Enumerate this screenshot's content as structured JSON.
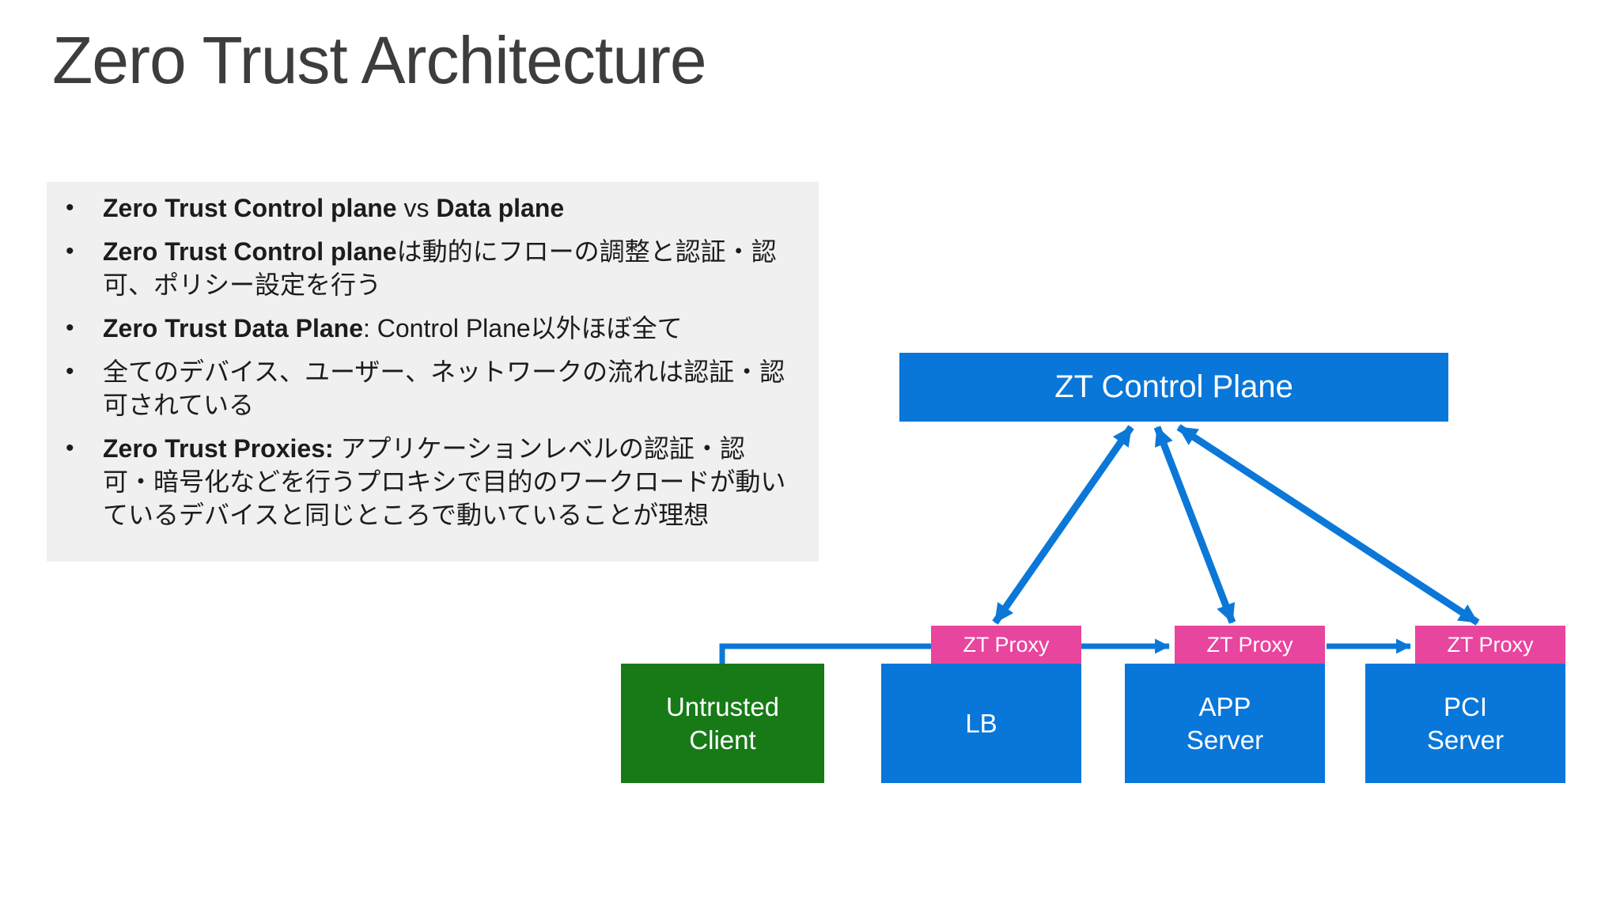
{
  "slide": {
    "title": "Zero Trust Architecture",
    "bullets": {
      "items": [
        {
          "b": "Zero Trust Control plane",
          "r": " vs ",
          "b2": "Data plane"
        },
        {
          "b": "Zero Trust Control plane",
          "r": "は動的にフローの調整と認証・認可、ポリシー設定を行う"
        },
        {
          "b": "Zero Trust Data Plane",
          "r": ": Control Plane以外ほぼ全て"
        },
        {
          "r": "全てのデバイス、ユーザー、ネットワークの流れは認証・認可されている"
        },
        {
          "b": "Zero Trust Proxies:",
          "r": " アプリケーションレベルの認証・認可・暗号化などを行うプロキシで目的のワークロードが動いているデバイスと同じところで動いていることが理想"
        }
      ]
    }
  },
  "diagram": {
    "control_plane_label": "ZT Control Plane",
    "proxy_labels": [
      "ZT Proxy",
      "ZT Proxy",
      "ZT Proxy"
    ],
    "client_label": "Untrusted\nClient",
    "server_labels": [
      "LB",
      "APP\nServer",
      "PCI\nServer"
    ],
    "colors": {
      "box_blue": "#0877d9",
      "proxy_pink": "#e8459e",
      "client_green": "#177a17",
      "arrow_blue": "#0b78d8",
      "panel_gray": "#f0f0f0",
      "title_gray": "#3d3d3d",
      "body_text": "#1c1c1c",
      "box_text": "#ffffff"
    }
  }
}
